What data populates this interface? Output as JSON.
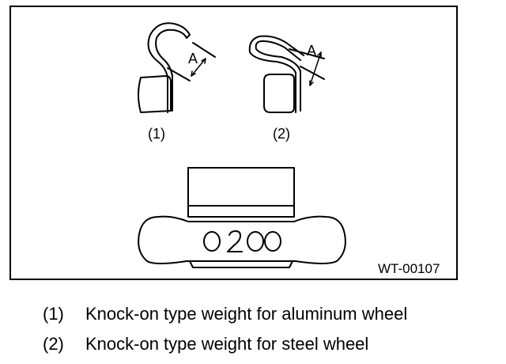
{
  "figure": {
    "dimension_label": "A",
    "stamp_text": "O2OO",
    "figure_code": "WT-00107",
    "callouts": [
      "(1)",
      "(2)"
    ]
  },
  "legend": [
    {
      "number": "(1)",
      "text": "Knock-on type weight for aluminum wheel"
    },
    {
      "number": "(2)",
      "text": "Knock-on type weight for steel wheel"
    }
  ]
}
